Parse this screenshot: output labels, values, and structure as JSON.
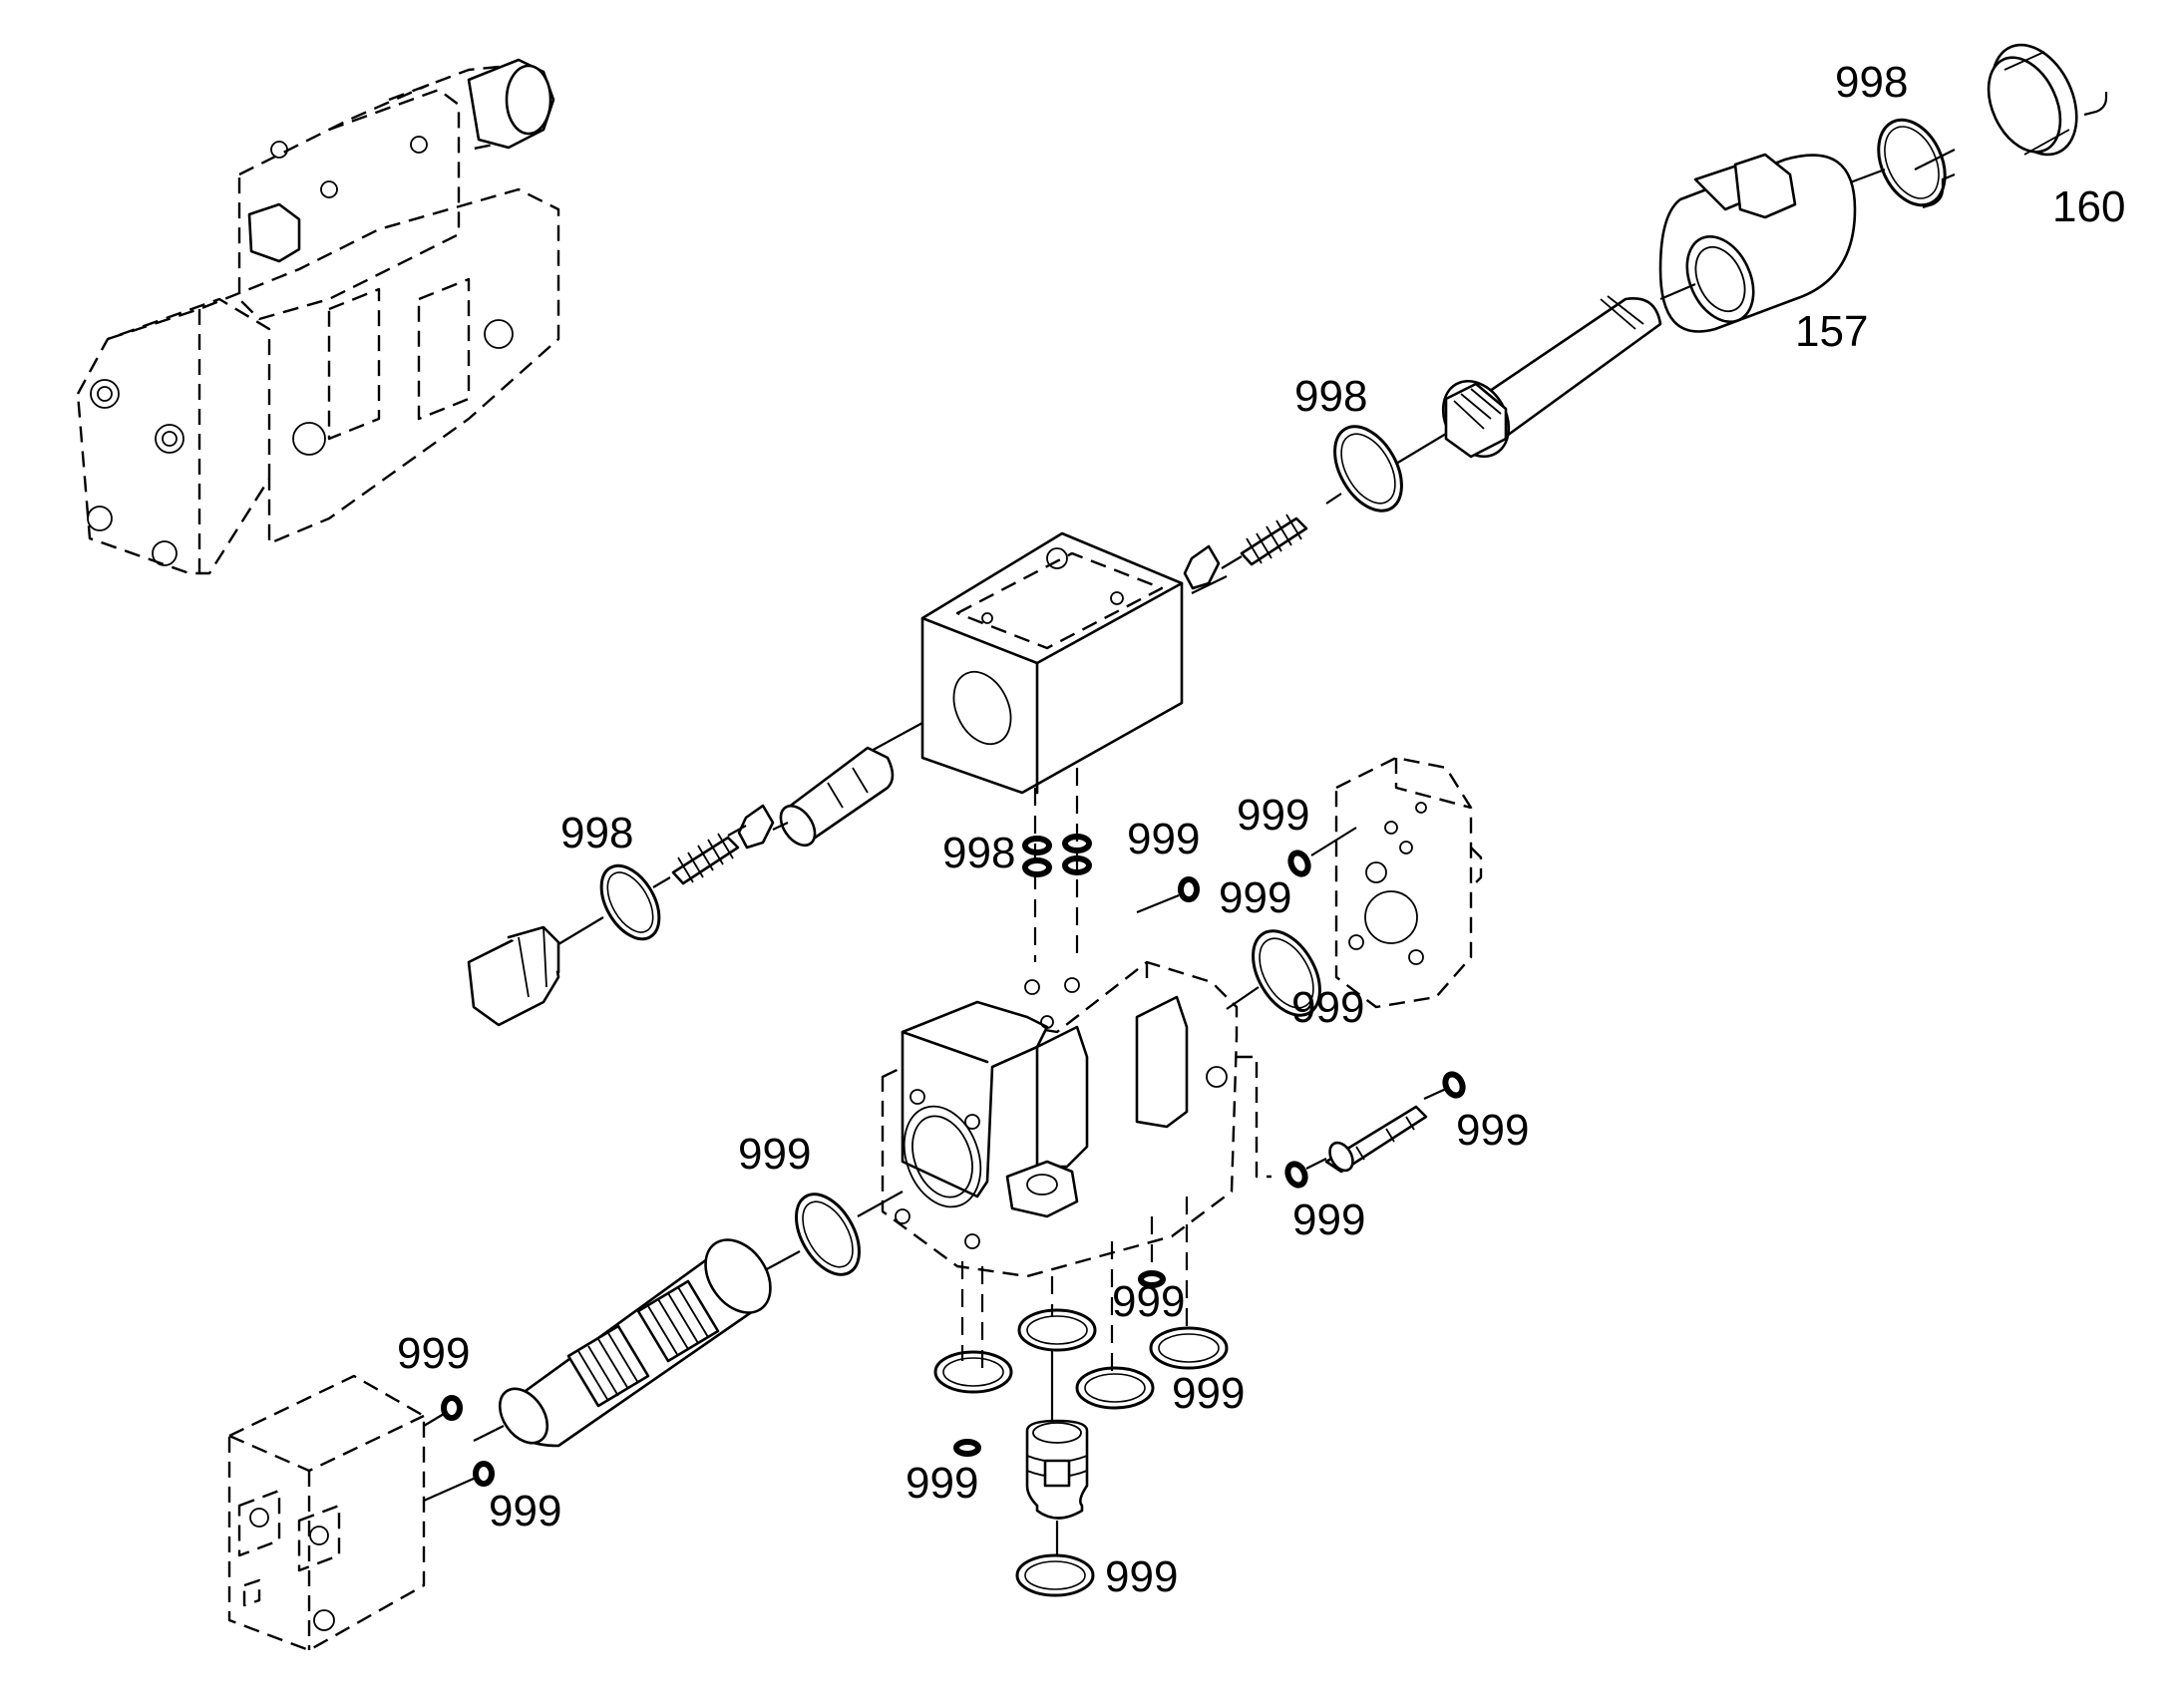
{
  "callouts": [
    {
      "id": "c-998-top",
      "text": "998"
    },
    {
      "id": "c-160",
      "text": "160"
    },
    {
      "id": "c-157",
      "text": "157"
    },
    {
      "id": "c-998-mid",
      "text": "998"
    },
    {
      "id": "c-998-left",
      "text": "998"
    },
    {
      "id": "c-998-center",
      "text": "998"
    },
    {
      "id": "c-999-a",
      "text": "999"
    },
    {
      "id": "c-999-b",
      "text": "999"
    },
    {
      "id": "c-999-c",
      "text": "999"
    },
    {
      "id": "c-999-d",
      "text": "999"
    },
    {
      "id": "c-999-e",
      "text": "999"
    },
    {
      "id": "c-999-f",
      "text": "999"
    },
    {
      "id": "c-999-g",
      "text": "999"
    },
    {
      "id": "c-999-h",
      "text": "999"
    },
    {
      "id": "c-999-i",
      "text": "999"
    },
    {
      "id": "c-999-j",
      "text": "999"
    },
    {
      "id": "c-999-k",
      "text": "999"
    },
    {
      "id": "c-999-l",
      "text": "999"
    },
    {
      "id": "c-999-m",
      "text": "999"
    }
  ]
}
